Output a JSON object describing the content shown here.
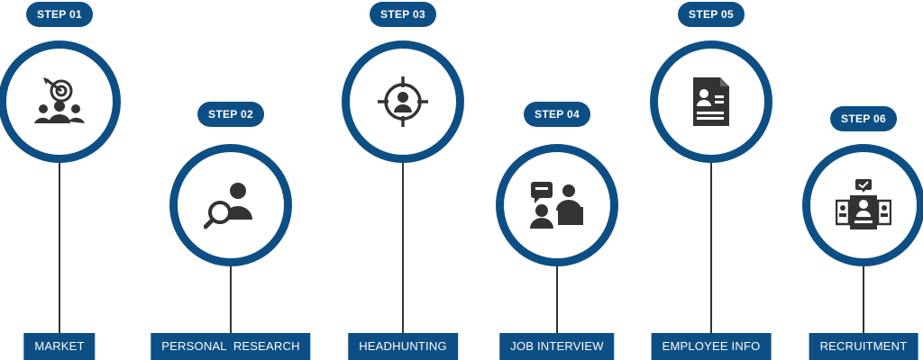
{
  "colors": {
    "accent": "#0d4f85",
    "icon": "#333333",
    "line": "#333333"
  },
  "steps": [
    {
      "step": "STEP 01",
      "label": "MARKET",
      "icon": "target-team-icon"
    },
    {
      "step": "STEP 02",
      "label": "PERSONAL  RESEARCH",
      "icon": "person-search-icon"
    },
    {
      "step": "STEP 03",
      "label": "HEADHUNTING",
      "icon": "crosshair-person-icon"
    },
    {
      "step": "STEP 04",
      "label": "JOB INTERVIEW",
      "icon": "interview-icon"
    },
    {
      "step": "STEP 05",
      "label": "EMPLOYEE INFO",
      "icon": "profile-document-icon"
    },
    {
      "step": "STEP 06",
      "label": "RECRUITMENT",
      "icon": "candidate-selection-icon"
    }
  ]
}
